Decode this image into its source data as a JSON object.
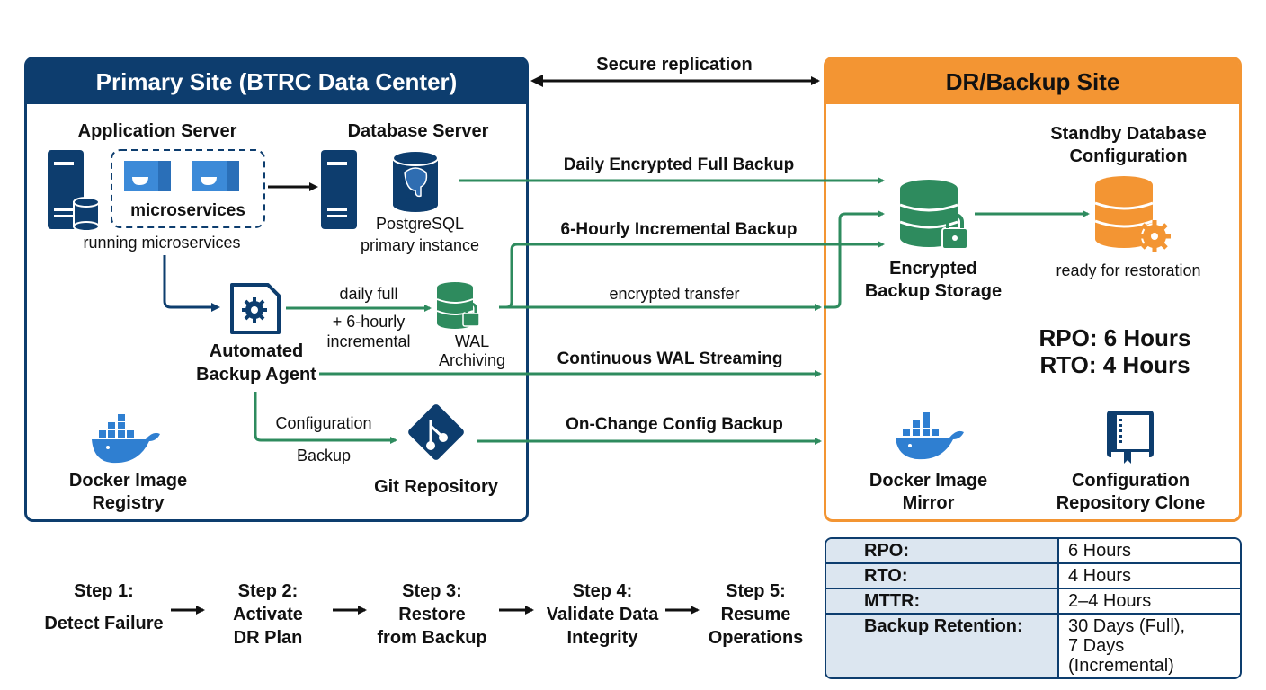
{
  "colors": {
    "primary": "#0d3d6e",
    "dr": "#f39533",
    "flow": "#2e8b5e",
    "docker": "#2f7fd1",
    "table_key_bg": "#dce6f0"
  },
  "primary_site": {
    "title": "Primary Site (BTRC Data Center)",
    "app_server": {
      "title": "Application Server",
      "microservices_label": "microservices",
      "caption": "running microservices",
      "icons": [
        "server-icon",
        "docker-container-icon",
        "docker-container-icon"
      ]
    },
    "db_server": {
      "title": "Database Server",
      "caption_line1": "PostgreSQL",
      "caption_line2": "primary instance",
      "icons": [
        "server-icon",
        "postgresql-icon"
      ]
    },
    "backup_agent": {
      "line1": "Automated",
      "line2": "Backup Agent",
      "icon": "gear-document-icon"
    },
    "agent_to_wal": {
      "line1": "daily full",
      "line2": "+ 6-hourly",
      "line3": "incremental"
    },
    "wal": {
      "line1": "WAL",
      "line2": "Archiving",
      "icon": "locked-database-icon"
    },
    "config_backup": {
      "line1": "Configuration",
      "line2": "Backup"
    },
    "git": {
      "title": "Git Repository",
      "icon": "git-icon"
    },
    "docker_registry": {
      "line1": "Docker Image",
      "line2": "Registry",
      "icon": "docker-whale-icon"
    }
  },
  "replication": {
    "label": "Secure replication"
  },
  "flows": {
    "daily_full": "Daily Encrypted Full Backup",
    "incremental": "6-Hourly Incremental Backup",
    "encrypted_transfer": "encrypted transfer",
    "wal_streaming": "Continuous WAL Streaming",
    "config_backup": "On-Change Config Backup"
  },
  "dr_site": {
    "title": "DR/Backup Site",
    "storage": {
      "line1": "Encrypted",
      "line2": "Backup Storage",
      "icon": "locked-database-icon"
    },
    "standby": {
      "line1": "Standby Database",
      "line2": "Configuration",
      "caption": "ready for restoration",
      "icon": "database-gear-icon"
    },
    "rpo": "RPO: 6 Hours",
    "rto": "RTO: 4 Hours",
    "docker_mirror": {
      "line1": "Docker Image",
      "line2": "Mirror",
      "icon": "docker-whale-icon"
    },
    "config_clone": {
      "line1": "Configuration",
      "line2": "Repository Clone",
      "icon": "book-icon"
    }
  },
  "steps": [
    {
      "line1": "Step 1:",
      "line2": "Detect Failure"
    },
    {
      "line1": "Step 2:",
      "line2": "Activate",
      "line3": "DR Plan"
    },
    {
      "line1": "Step 3:",
      "line2": "Restore",
      "line3": "from Backup"
    },
    {
      "line1": "Step 4:",
      "line2": "Validate Data",
      "line3": "Integrity"
    },
    {
      "line1": "Step 5:",
      "line2": "Resume",
      "line3": "Operations"
    }
  ],
  "metrics": [
    {
      "key": "RPO:",
      "value": "6 Hours"
    },
    {
      "key": "RTO:",
      "value": "4 Hours"
    },
    {
      "key": "MTTR:",
      "value": "2–4 Hours"
    },
    {
      "key": "Backup Retention:",
      "value_line1": "30 Days (Full),",
      "value_line2": "7 Days (Incremental)"
    }
  ]
}
